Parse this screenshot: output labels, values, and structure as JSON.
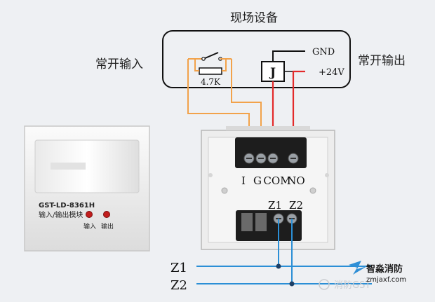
{
  "field_device": {
    "title": "现场设备",
    "resistor_label": "4.7K",
    "relay_label": "J",
    "gnd_label": "GND",
    "v24_label": "+24V"
  },
  "side_labels": {
    "input": "常开输入",
    "output": "常开输出"
  },
  "module": {
    "model": "GST-LD-8361H",
    "name": "输入/输出模块",
    "led_input": "输入",
    "led_output": "输出"
  },
  "terminal_block": {
    "top_labels": [
      "I",
      "G",
      "COM",
      "NO"
    ],
    "bottom_labels": [
      "Z1",
      "Z2"
    ]
  },
  "bus": {
    "z1": "Z1",
    "z2": "Z2"
  },
  "watermark": {
    "brand": "智淼消防",
    "url": "zmjaxf.com",
    "faint": "消防GST"
  },
  "colors": {
    "input_wire": "#f2a24a",
    "power_wire": "#e32a2a",
    "bus_wire": "#2b8fd6"
  }
}
